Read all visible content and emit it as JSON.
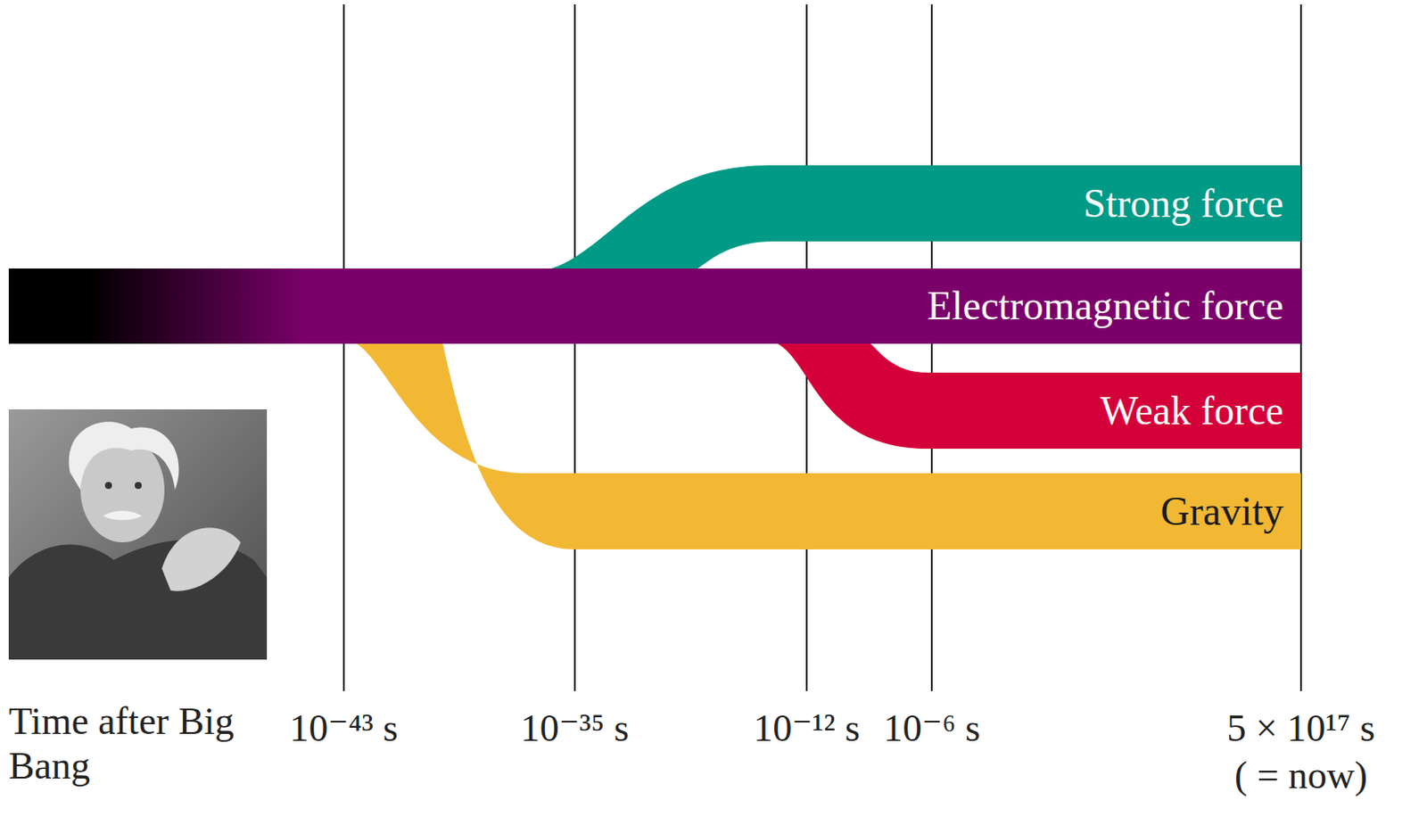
{
  "diagram": {
    "nodes": [
      {
        "text": [
          "Strong force"
        ]
      },
      {
        "text": [
          "Electromagnetic force"
        ]
      },
      {
        "text": [
          "Weak force"
        ]
      },
      {
        "text": [
          "Gravity"
        ]
      }
    ],
    "labels": [
      "Time after Big Bang",
      "10⁻⁴³ s",
      "10⁻³⁵ s",
      "10⁻¹² s",
      "10⁻⁶ s",
      "5 × 10¹⁷ s",
      "( = now)"
    ]
  }
}
